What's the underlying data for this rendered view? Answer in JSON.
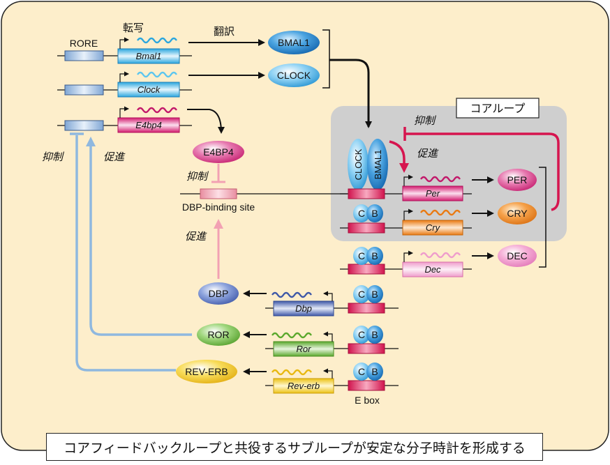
{
  "labels": {
    "rore": "RORE",
    "transcription": "転写",
    "translation": "翻訳",
    "core_loop": "コアループ",
    "inhibit": "抑制",
    "promote": "促進",
    "dbp_site": "DBP-binding site",
    "ebox": "E box",
    "c": "C",
    "b": "B"
  },
  "genes": {
    "bmal1": "Bmal1",
    "clock": "Clock",
    "e4bp4": "E4bp4",
    "per": "Per",
    "cry": "Cry",
    "dec": "Dec",
    "dbp": "Dbp",
    "ror": "Ror",
    "reverb": "Rev-erb"
  },
  "proteins": {
    "bmal1": "BMAL1",
    "clock": "CLOCK",
    "e4bp4": "E4BP4",
    "per": "PER",
    "cry": "CRY",
    "dec": "DEC",
    "dbp": "DBP",
    "ror": "ROR",
    "reverb": "REV-ERB"
  },
  "caption": "コアフィードバックループと共役するサブループが安定な分子時計を形成する",
  "colors": {
    "background": "#fdeecb",
    "core_box": "#cfcfcf",
    "red_arrow": "#d6154f",
    "blue_arrow": "#8fb8df",
    "pink_arrow": "#f2a1b3"
  }
}
